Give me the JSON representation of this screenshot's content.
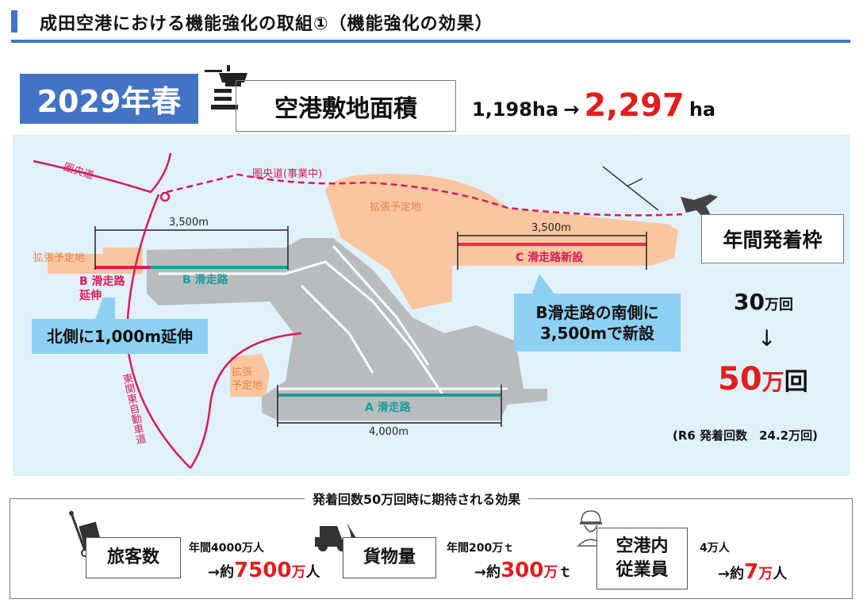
{
  "header": {
    "title": "成田空港における機能強化の取組①（機能強化の効果）"
  },
  "summary": {
    "year": "2029年春",
    "area_label": "空港敷地面積",
    "area_before": "1,198ha",
    "arrow": "→",
    "area_after": "2,297",
    "area_unit": "ha"
  },
  "map": {
    "roads": {
      "ken_o": "圏央道",
      "ken_o_wip": "圏央道(事業中)",
      "higashi_kanto": "東関東自動車道"
    },
    "expansion": {
      "north": "拡張予定地",
      "west": "拡張予定地",
      "south_l1": "拡張",
      "south_l2": "予定地"
    },
    "b_runway": {
      "length": "3,500m",
      "ext_l1": "B 滑走路",
      "ext_l2": "延伸",
      "label": "B 滑走路",
      "callout": "北側に1,000m延伸"
    },
    "c_runway": {
      "length": "3,500m",
      "label": "C 滑走路新設",
      "callout_l1": "B滑走路の南側に",
      "callout_l2": "3,500mで新設"
    },
    "a_runway": {
      "label": "A 滑走路",
      "length": "4,000m"
    }
  },
  "slots": {
    "label": "年間発着枠",
    "before_num": "30",
    "before_unit": "万回",
    "arrow": "↓",
    "after_num": "50",
    "after_unit": "万",
    "after_unit2": "回",
    "note": "(R6 発着回数　24.2万回)"
  },
  "effects": {
    "title": "発着回数50万回時に期待される効果",
    "items": [
      {
        "label": "旅客数",
        "current": "年間4000万人",
        "prefix": "→約",
        "value": "7500",
        "unit_red": "万",
        "unit": "人"
      },
      {
        "label": "貨物量",
        "current": "年間200万ｔ",
        "prefix": "→約",
        "value": "300",
        "unit_red": "万",
        "unit": "ｔ"
      },
      {
        "label_l1": "空港内",
        "label_l2": "従業員",
        "current": "4万人",
        "prefix": "→約",
        "value": "7",
        "unit_red": "万",
        "unit": "人"
      }
    ]
  },
  "colors": {
    "accent": "#4472c4",
    "red": "#e21d1d",
    "road": "#d81b5a",
    "teal": "#1a9e98",
    "expansion": "#f9c6a0",
    "map_bg": "#e1f1fb"
  }
}
